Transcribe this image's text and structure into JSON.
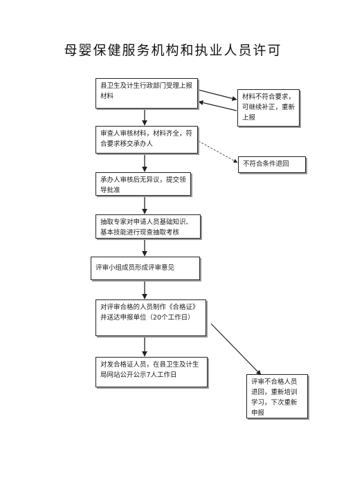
{
  "title": "母婴保健服务机构和执业人员许可",
  "steps": [
    "县卫生及计生行政部门受理上报材料",
    "审查人审核材料，材料齐全，符合要求移交承办人",
    "承办人审核后无异议，提交领导批准",
    "抽取专家对申请人员基础知识、基本技能进行现查抽取考核",
    "评审小组成员形成评审意见",
    "对评审合格的人员制作《合格证》并送达申报单位（20个工作日）",
    "对发合格证人员，在县卫生及计生局网站公开公示7人工作日"
  ],
  "side_notes": [
    "材料不符合要求，可继续补正，重新上报",
    "不符合条件退回",
    "评审不合格人员退回，重新培训学习，下次重新申报"
  ]
}
